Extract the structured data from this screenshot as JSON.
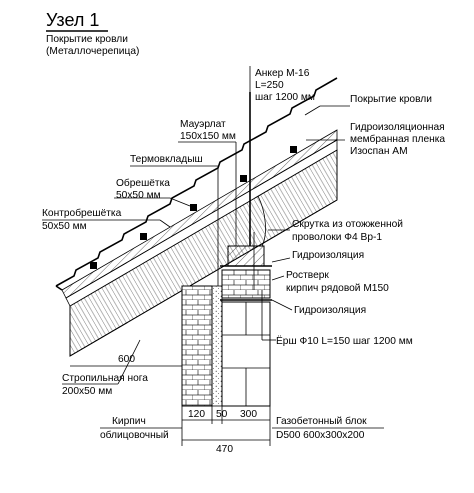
{
  "title": "Узел 1",
  "subtitle": {
    "line1": "Покрытие кровли",
    "line2": "(Металлочерепица)"
  },
  "labels": {
    "anchor": [
      "Анкер М-16",
      "L=250",
      "шаг 1200 мм"
    ],
    "roof_cover": "Покрытие кровли",
    "mauerlat": [
      "Мауэрлат",
      "150x150 мм"
    ],
    "membrane": [
      "Гидроизоляционная",
      "мембранная пленка",
      "Изоспан АМ"
    ],
    "thermal_insert": "Термовкладыш",
    "batten": [
      "Обрешётка",
      "50x50 мм"
    ],
    "counter_batten": [
      "Контробрешётка",
      "50x50 мм"
    ],
    "twist": [
      "Скрутка из отожженной",
      "проволоки Ф4 Вр-1"
    ],
    "waterproofing_top": "Гидроизоляция",
    "grillage": [
      "Ростверк",
      "кирпич рядовой М150"
    ],
    "waterproofing_bottom": "Гидроизоляция",
    "ruff": "Ёрш Ф10 L=150 шаг 1200 мм",
    "overhang": "600",
    "rafter_leg": [
      "Стропильная нога",
      "200x50 мм"
    ],
    "brick": [
      "Кирпич",
      "облицовочный"
    ],
    "dims": [
      "120",
      "50",
      "300"
    ],
    "total": "470",
    "gas_block": [
      "Газобетонный блок",
      "D500  600x300x200"
    ]
  }
}
